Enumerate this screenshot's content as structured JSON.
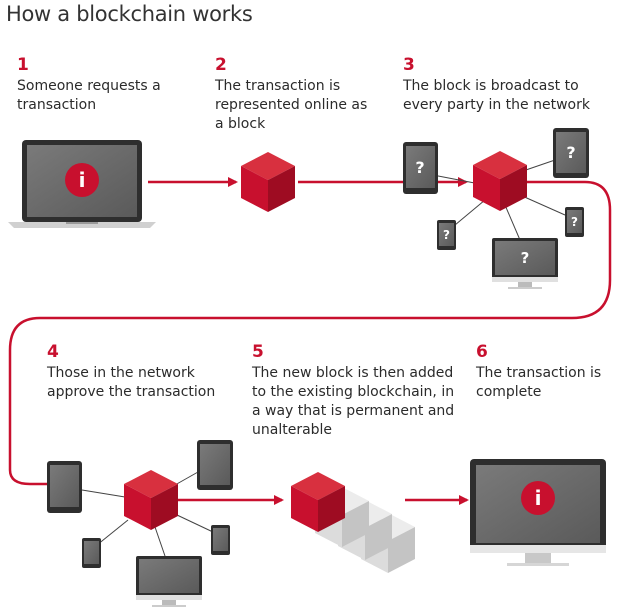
{
  "title": "How a blockchain works",
  "steps": [
    {
      "num": "1",
      "text": "Someone requests a transaction"
    },
    {
      "num": "2",
      "text": "The transaction is represented online as a block"
    },
    {
      "num": "3",
      "text": "The block is broadcast to every party in the network"
    },
    {
      "num": "4",
      "text": "Those in the network approve the transaction"
    },
    {
      "num": "5",
      "text": "The new block is then added to the existing blockchain, in a way that is permanent and unalterable"
    },
    {
      "num": "6",
      "text": "The transaction is complete"
    }
  ],
  "glyphs": {
    "info": "i",
    "question": "?"
  },
  "colors": {
    "accent": "#c8102e",
    "device": "#3a3a3a",
    "screen": "#6e6e6e",
    "cube_grey": "#d9d9d9"
  }
}
